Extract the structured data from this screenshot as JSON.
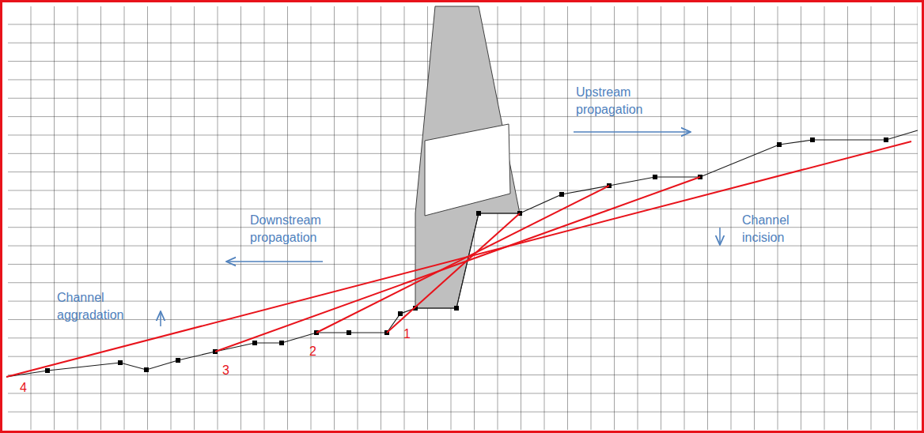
{
  "diagram": {
    "labels": [
      "Upstream propagation",
      "Downstream propagation",
      "Channel incision",
      "Channel aggradation",
      "1",
      "2",
      "3",
      "4"
    ]
  }
}
